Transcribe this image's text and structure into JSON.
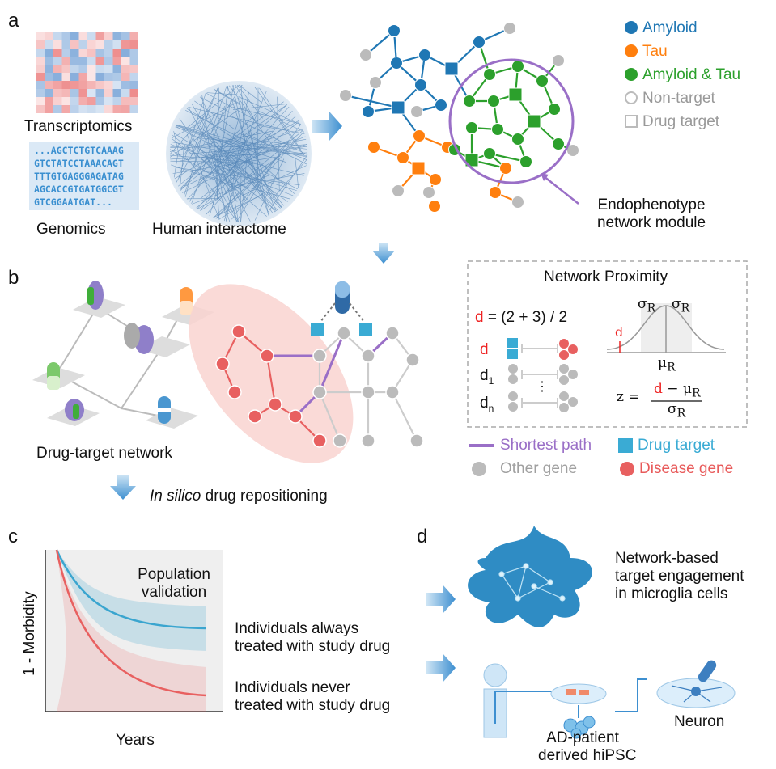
{
  "panels": {
    "a": "a",
    "b": "b",
    "c": "c",
    "d": "d"
  },
  "panel_a": {
    "transcriptomics": "Transcriptomics",
    "genomics": "Genomics",
    "dna_lines": [
      "...AGCTCTGTCAAAG",
      "GTCTATCCTAAACAGT",
      "TTTGTGAGGGAGATAG",
      "AGCACCGTGATGGCGT",
      "GTCGGAATGAT..."
    ],
    "interactome": "Human interactome",
    "module_label": [
      "Endophenotype",
      "network module"
    ],
    "legend": [
      {
        "label": "Amyloid",
        "color": "#1f77b4",
        "shape": "circle"
      },
      {
        "label": "Tau",
        "color": "#ff7f0e",
        "shape": "circle"
      },
      {
        "label": "Amyloid & Tau",
        "color": "#2ca02c",
        "shape": "circle"
      },
      {
        "label": "Non-target",
        "color": "#999999",
        "shape": "circle-outline"
      },
      {
        "label": "Drug target",
        "color": "#999999",
        "shape": "square-outline"
      }
    ]
  },
  "panel_b": {
    "drug_target_network": "Drug-target network",
    "repositioning_italic": "In silico",
    "repositioning_rest": " drug repositioning",
    "proximity": {
      "title": "Network Proximity",
      "d_symbol": "d",
      "formula": " = (2 + 3) / 2",
      "d_row": "d",
      "d1": "d",
      "d1_sub": "1",
      "dn": "d",
      "dn_sub": "n",
      "dots": "⋮",
      "sigma": "σ",
      "sub_R": "R",
      "mu": "μ",
      "z_eq": "z = ",
      "minus": " − μ"
    },
    "legend": [
      {
        "label": "Shortest path",
        "color": "#9a6fc7"
      },
      {
        "label": "Drug target",
        "color": "#3aabd4"
      },
      {
        "label": "Other gene",
        "color": "#a0a0a0"
      },
      {
        "label": "Disease gene",
        "color": "#e85a5a"
      }
    ]
  },
  "panel_c": {
    "ylabel": "1 - Morbidity",
    "xlabel": "Years",
    "inset": [
      "Population",
      "validation"
    ],
    "always": [
      "Individuals always",
      "treated with study drug"
    ],
    "never": [
      "Individuals never",
      "treated with study drug"
    ],
    "colors": {
      "always": "#3aa5cf",
      "never": "#e86060"
    }
  },
  "panel_d": {
    "microglia": [
      "Network-based",
      "target engagement",
      "in microglia cells"
    ],
    "hipsc": [
      "AD-patient",
      "derived hiPSC"
    ],
    "neuron": "Neuron"
  }
}
